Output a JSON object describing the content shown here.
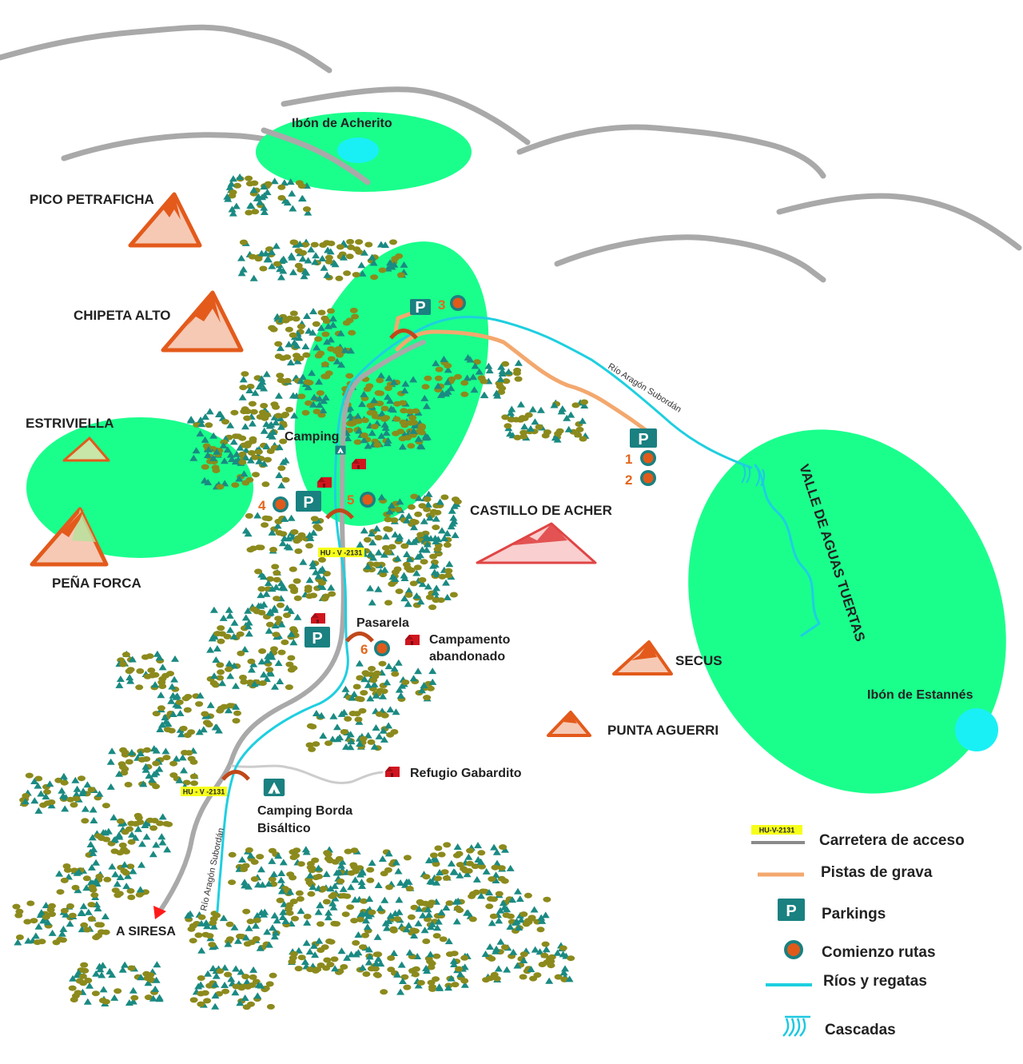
{
  "map": {
    "peaks": {
      "pico_petraficha": "PICO PETRAFICHA",
      "chipeta_alto": "CHIPETA ALTO",
      "estriviella": "ESTRIVIELLA",
      "pena_forca": "PEÑA FORCA",
      "castillo_de_acher": "CASTILLO DE ACHER",
      "secus": "SECUS",
      "punta_aguerri": "PUNTA AGUERRI"
    },
    "lakes": {
      "acherito": "Ibón de Acherito",
      "estannes": "Ibón de Estannés"
    },
    "places": {
      "camping": "Camping",
      "pasarela": "Pasarela",
      "campamento_line1": "Campamento",
      "campamento_line2": "abandonado",
      "refugio": "Refugio Gabardito",
      "camping_borda_line1": "Camping Borda",
      "camping_borda_line2": "Bisáltico",
      "a_siresa": "A SIRESA",
      "valle": "VALLE DE AGUAS TUERTAS"
    },
    "rivers": {
      "upper": "Río Aragón Subordán",
      "lower": "Río Aragón Subordán"
    },
    "road_tags": [
      "HU - V -2131",
      "HU - V -2131"
    ],
    "parking_symbol": "P",
    "route_starts": [
      "1",
      "2",
      "3",
      "4",
      "5",
      "6"
    ],
    "colors": {
      "meadow": "#1aff8c",
      "lake": "#19f0f5",
      "river": "#1ecfe0",
      "road": "#a9a9a9",
      "gravel_track": "#f3a86e",
      "parking": "#1a8080",
      "route_start": "#e05a1a",
      "peak": "#e35a1b",
      "castillo_peak": "#e04545",
      "hut": "#d0151e",
      "road_tag": "#f6ff1a"
    }
  },
  "legend": {
    "road_tag": "HU-V-2131",
    "items": [
      {
        "label": "Carretera de acceso",
        "icon": "road-line-icon"
      },
      {
        "label": "Pistas de grava",
        "icon": "gravel-line-icon"
      },
      {
        "label": "Parkings",
        "icon": "parking-icon"
      },
      {
        "label": "Comienzo rutas",
        "icon": "route-start-icon"
      },
      {
        "label": "Ríos y regatas",
        "icon": "river-line-icon"
      },
      {
        "label": "Cascadas",
        "icon": "waterfall-icon"
      }
    ]
  }
}
